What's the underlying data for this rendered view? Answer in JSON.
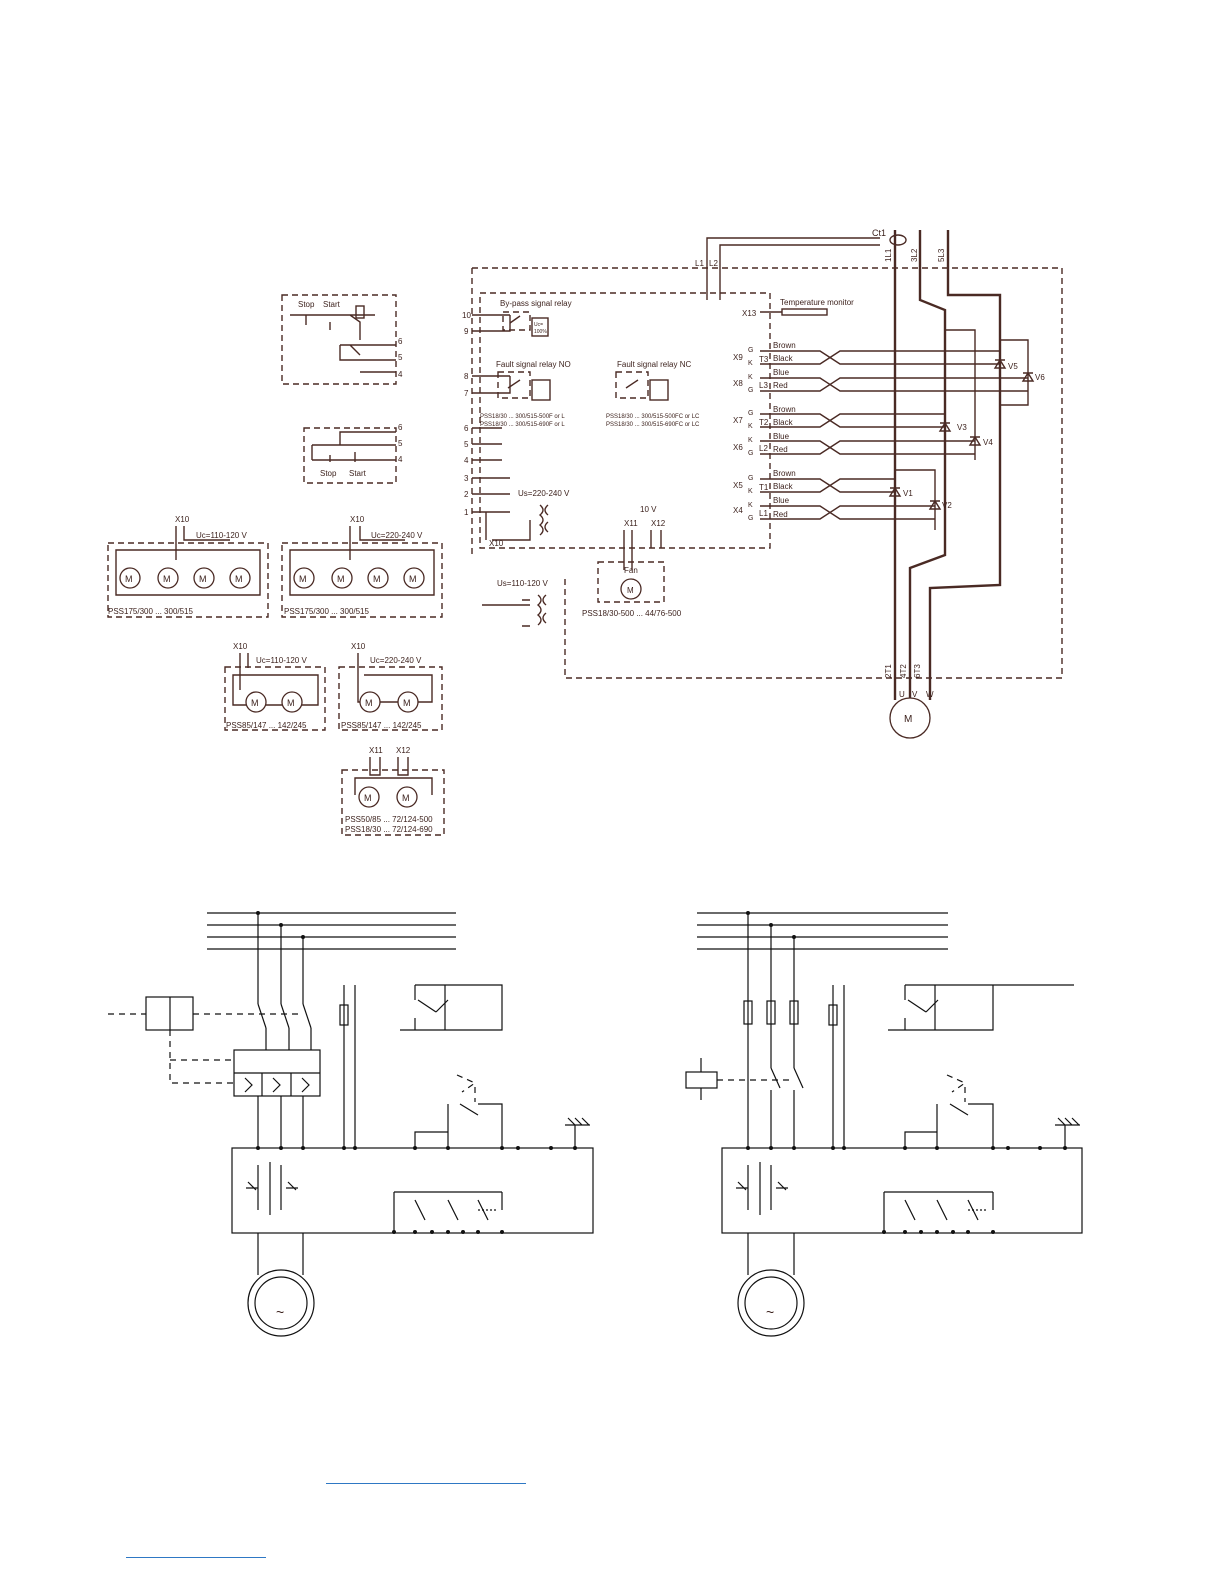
{
  "colors": {
    "wire": "#4a2a24",
    "ink": "#111111",
    "link": "#2e78c4"
  },
  "top": {
    "bypass_title": "By-pass signal relay",
    "uc_100": "Uc=",
    "uc_100b": "100%",
    "fault_no_title": "Fault signal relay NO",
    "fault_nc_title": "Fault signal relay NC",
    "temp_monitor": "Temperature monitor",
    "ct1": "Ct1",
    "l1": "L1",
    "l2": "L2",
    "x13": "X13",
    "x10": "X10",
    "x11": "X11",
    "x12": "X12",
    "v10": "10 V",
    "fan": "Fan",
    "m": "M",
    "us_220": "Us=220-240 V",
    "us_110": "Us=110-120 V",
    "fan_model": "PSS18/30-500 ... 44/76-500",
    "no_model1": "PSS18/30 ... 300/515-500F or L",
    "no_model2": "PSS18/30 ... 300/515-690F or L",
    "nc_model1": "PSS18/30 ... 300/515-500FC or LC",
    "nc_model2": "PSS18/30 ... 300/515-690FC or LC",
    "terminals": [
      "10",
      "9",
      "8",
      "7",
      "6",
      "5",
      "4",
      "3",
      "2",
      "1"
    ],
    "stop": "Stop",
    "start": "Start",
    "t654": [
      "6",
      "5",
      "4"
    ],
    "phase_top": [
      "1L1",
      "3L2",
      "5L3"
    ],
    "phase_bottom": [
      "2T1",
      "4T2",
      "6T3"
    ],
    "uvw": [
      "U",
      "V",
      "W"
    ],
    "conn": [
      "X9",
      "X8",
      "X7",
      "X6",
      "X5",
      "X4"
    ],
    "gk": [
      "G",
      "K",
      "K",
      "G"
    ],
    "tl": [
      [
        "T3",
        "L3"
      ],
      [
        "T2",
        "L2"
      ],
      [
        "T1",
        "L1"
      ]
    ],
    "wire_colors": [
      "Brown",
      "Black",
      "Blue",
      "Red"
    ],
    "thyristors": [
      "V5",
      "V6",
      "V3",
      "V4",
      "V1",
      "V2"
    ],
    "fan_boxes": [
      {
        "x10": "X10",
        "uc": "Uc=110-120 V",
        "model": "PSS175/300 ... 300/515"
      },
      {
        "x10": "X10",
        "uc": "Uc=220-240 V",
        "model": "PSS175/300 ... 300/515"
      },
      {
        "x10": "X10",
        "uc": "Uc=110-120 V",
        "model": "PSS85/147 ... 142/245"
      },
      {
        "x10": "X10",
        "uc": "Uc=220-240 V",
        "model": "PSS85/147 ... 142/245"
      }
    ],
    "small_box": {
      "x11": "X11",
      "x12": "X12",
      "model1": "PSS50/85 ... 72/124-500",
      "model2": "PSS18/30 ... 72/124-690"
    }
  },
  "bottom": {
    "motor_symbol": "~"
  }
}
